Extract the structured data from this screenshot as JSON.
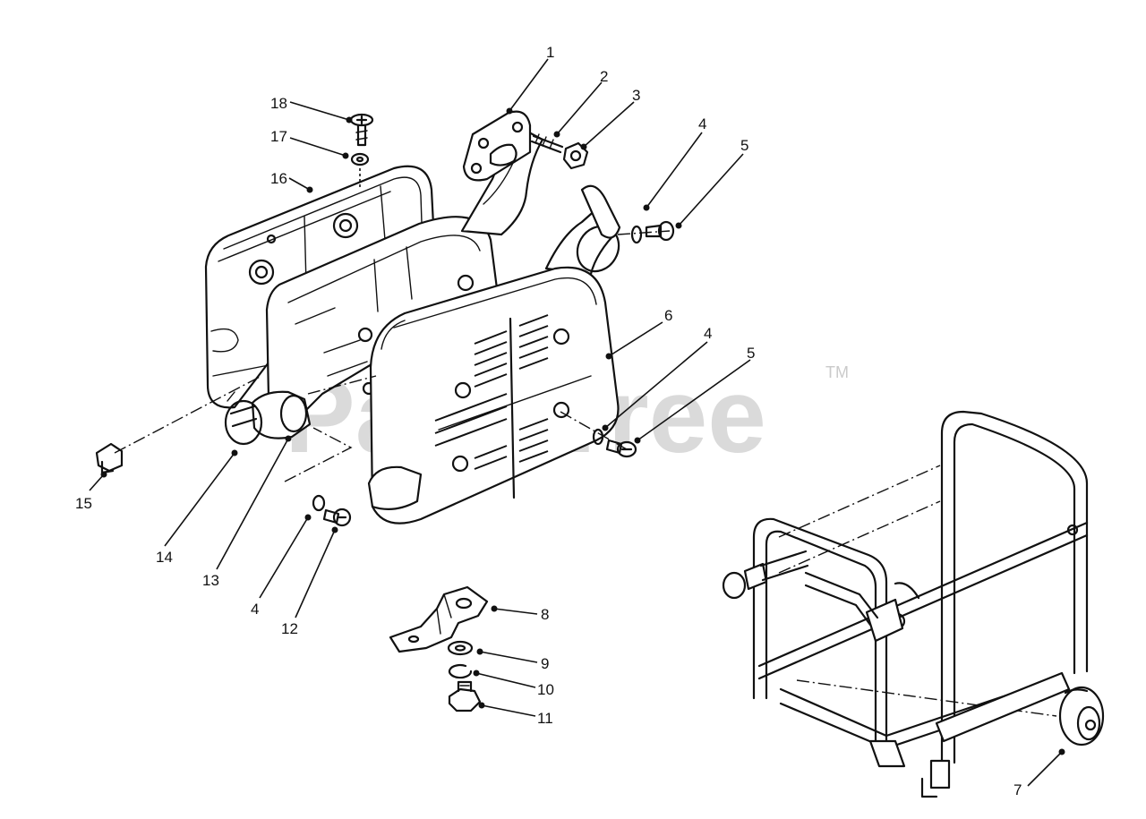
{
  "watermark": {
    "brand": "PartsTree",
    "trademark": "TM"
  },
  "callouts": [
    {
      "id": "c1",
      "label": "1"
    },
    {
      "id": "c2",
      "label": "2"
    },
    {
      "id": "c3",
      "label": "3"
    },
    {
      "id": "c4a",
      "label": "4"
    },
    {
      "id": "c5a",
      "label": "5"
    },
    {
      "id": "c6",
      "label": "6"
    },
    {
      "id": "c4b",
      "label": "4"
    },
    {
      "id": "c5b",
      "label": "5"
    },
    {
      "id": "c18",
      "label": "18"
    },
    {
      "id": "c17",
      "label": "17"
    },
    {
      "id": "c16",
      "label": "16"
    },
    {
      "id": "c15",
      "label": "15"
    },
    {
      "id": "c14",
      "label": "14"
    },
    {
      "id": "c13",
      "label": "13"
    },
    {
      "id": "c4c",
      "label": "4"
    },
    {
      "id": "c12",
      "label": "12"
    },
    {
      "id": "c8",
      "label": "8"
    },
    {
      "id": "c9",
      "label": "9"
    },
    {
      "id": "c10",
      "label": "10"
    },
    {
      "id": "c11",
      "label": "11"
    },
    {
      "id": "c7",
      "label": "7"
    }
  ]
}
